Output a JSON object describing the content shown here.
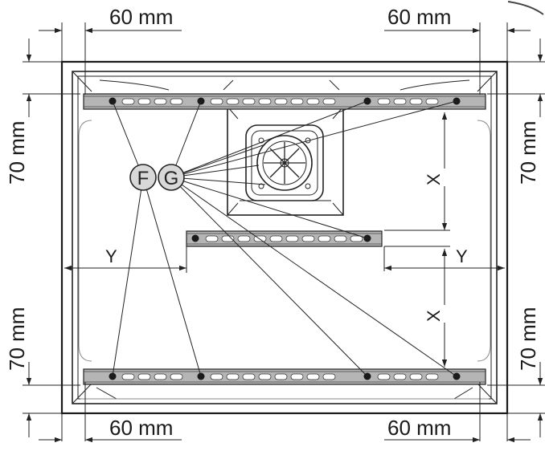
{
  "dimensions": {
    "top_left": "60 mm",
    "top_right": "60 mm",
    "bottom_left": "60 mm",
    "bottom_right": "60 mm",
    "left_top": "70 mm",
    "left_bottom": "70 mm",
    "right_top": "70 mm",
    "right_bottom": "70 mm"
  },
  "variables": {
    "x_upper": "X",
    "x_lower": "X",
    "y_left": "Y",
    "y_right": "Y"
  },
  "callouts": {
    "f": "F",
    "g": "G"
  },
  "colors": {
    "line": "#222222",
    "callout_fill": "#d8d8d8",
    "rail_fill": "#b5b5b5",
    "accent": "#4a90d9"
  }
}
